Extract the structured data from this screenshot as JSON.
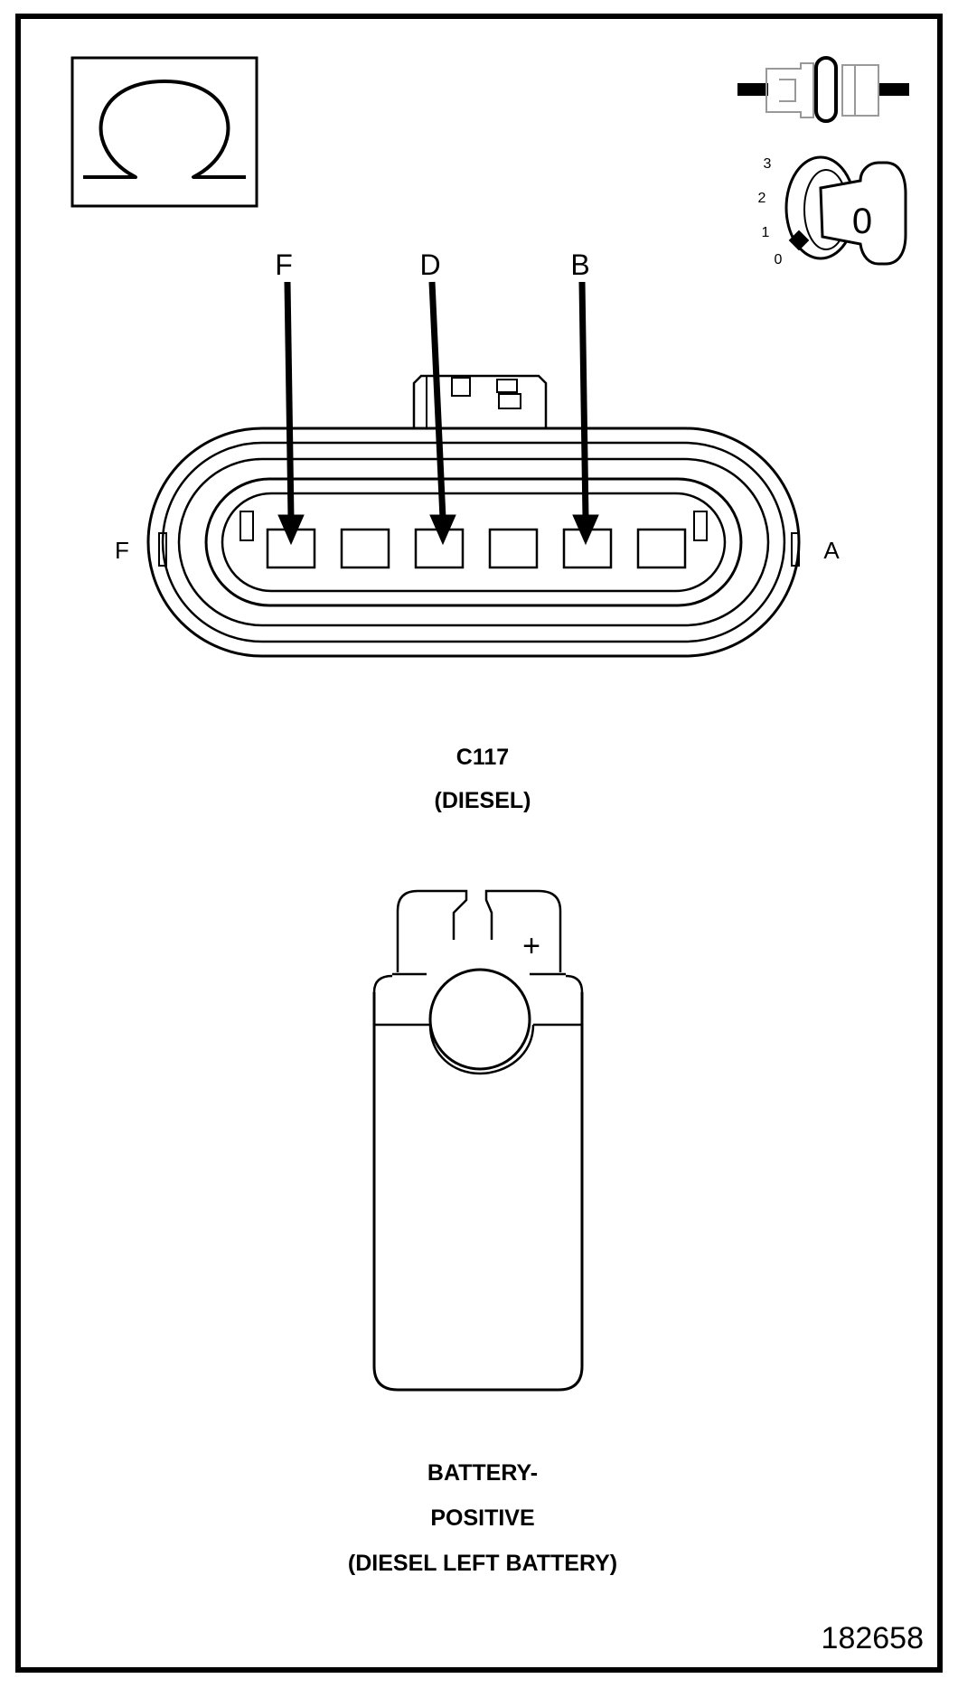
{
  "ignition_key": {
    "positions": [
      "3",
      "2",
      "1",
      "0"
    ],
    "key_label": "0"
  },
  "connector": {
    "pin_callouts": [
      "F",
      "D",
      "B"
    ],
    "end_labels": {
      "left": "F",
      "right": "A"
    },
    "name": "C117",
    "variant": "(DIESEL)"
  },
  "terminal": {
    "polarity_symbol": "+",
    "label_lines": [
      "BATTERY-",
      "POSITIVE",
      "(DIESEL LEFT BATTERY)"
    ]
  },
  "figure_number": "182658",
  "icons": {
    "meter_mode": "ohm-icon",
    "disconnect_state": "connector-disconnected-icon",
    "ignition_state": "ignition-key-off-icon"
  }
}
